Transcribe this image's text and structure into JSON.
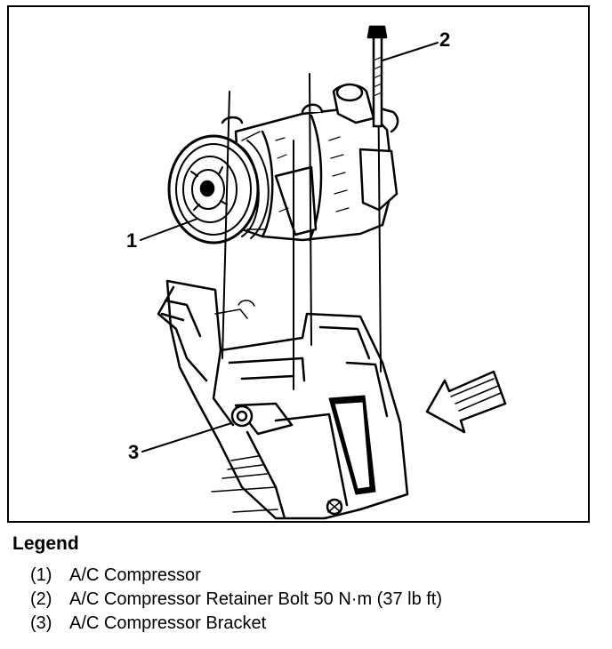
{
  "callouts": {
    "c1": "1",
    "c2": "2",
    "c3": "3"
  },
  "legend": {
    "title": "Legend",
    "items": [
      {
        "num": "(1)",
        "text": "A/C Compressor"
      },
      {
        "num": "(2)",
        "text": "A/C Compressor Retainer Bolt 50 N·m (37 lb ft)"
      },
      {
        "num": "(3)",
        "text": "A/C Compressor Bracket"
      }
    ]
  }
}
